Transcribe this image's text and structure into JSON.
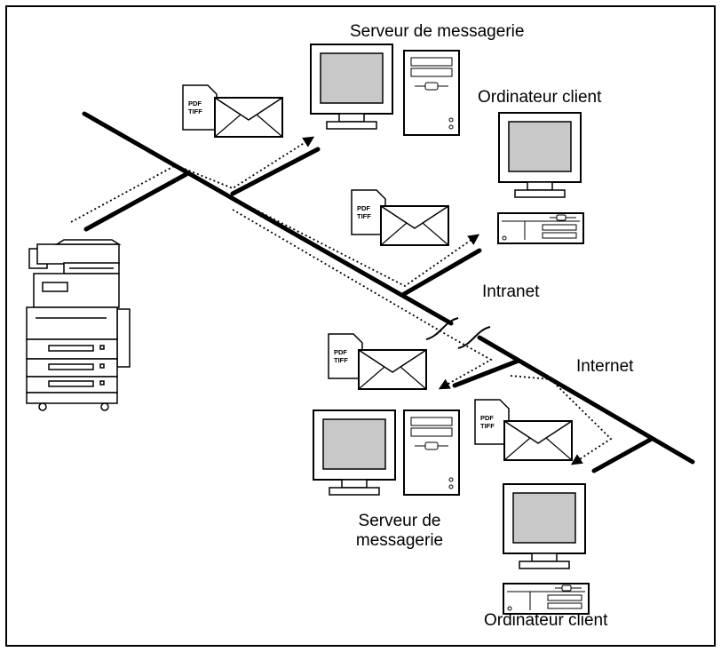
{
  "labels": {
    "mail_server_top": "Serveur de messagerie",
    "client_top": "Ordinateur client",
    "intranet": "Intranet",
    "internet": "Internet",
    "mail_server_bottom_line1": "Serveur de",
    "mail_server_bottom_line2": "messagerie",
    "client_bottom": "Ordinateur client"
  },
  "attachment_formats": [
    "PDF",
    "TIFF"
  ],
  "icons": [
    "mfp-copier-icon",
    "mail-server-icon",
    "client-computer-icon",
    "document-icon",
    "envelope-icon"
  ]
}
